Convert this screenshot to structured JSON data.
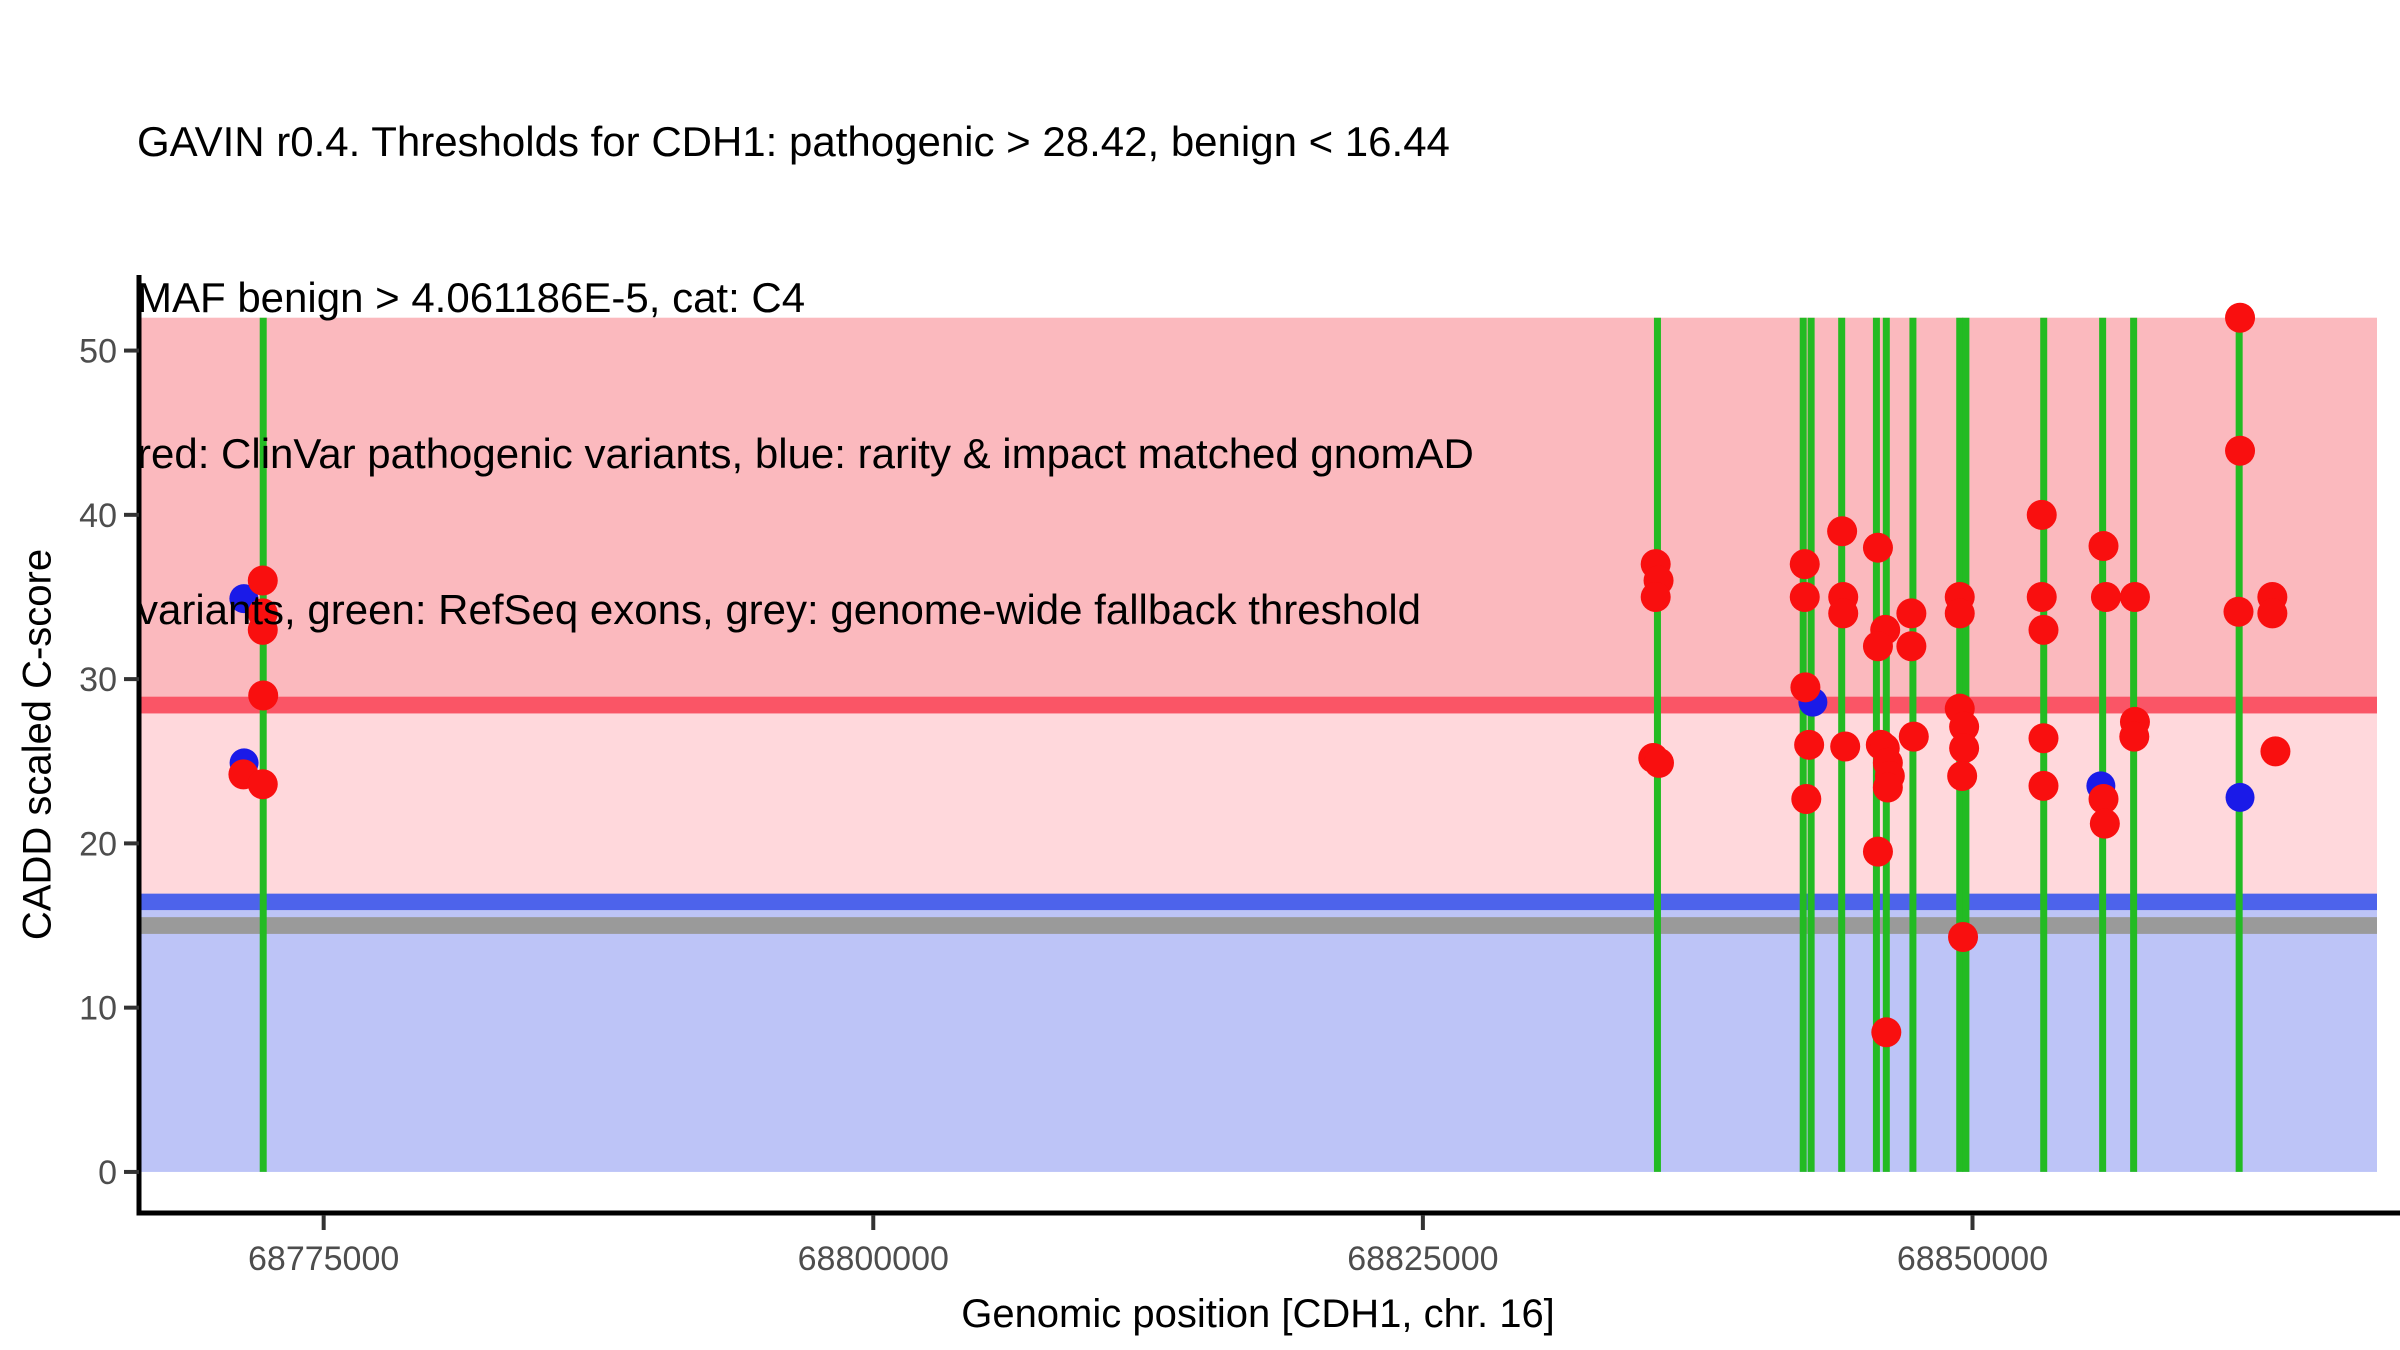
{
  "title_lines": [
    "GAVIN r0.4. Thresholds for CDH1: pathogenic > 28.42, benign < 16.44",
    "MAF benign > 4.061186E-5, cat: C4",
    "red: ClinVar pathogenic variants, blue: rarity & impact matched gnomAD",
    "variants, green: RefSeq exons, grey: genome-wide fallback threshold"
  ],
  "gene": "CDH1",
  "gavin_release": "r0.4",
  "pathogenic_threshold": 28.42,
  "benign_threshold": 16.44,
  "maf_benign": "4.061186E-5",
  "category": "C4",
  "chart_data": {
    "type": "scatter",
    "title": "GAVIN r0.4. Thresholds for CDH1: pathogenic > 28.42, benign < 16.44 / MAF benign > 4.061186E-5, cat: C4",
    "xlabel": "Genomic position [CDH1, chr. 16]",
    "ylabel": "CADD scaled C-score",
    "xlim": [
      68766600,
      68868400
    ],
    "ylim": [
      -2.5,
      54.6
    ],
    "x_ticks": [
      68775000,
      68800000,
      68825000,
      68850000
    ],
    "y_ticks": [
      0,
      10,
      20,
      30,
      40,
      50
    ],
    "grid": false,
    "colors": {
      "pathogenic_band": "#FBB9BE",
      "intermediate_band": "#FFD8DC",
      "benign_band": "#BDC4F7",
      "pathogenic_line": "#FA5566",
      "benign_line": "#4D63EB",
      "fallback_line": "#9A9A9A",
      "exon_line": "#23BB23",
      "red_point": "#F90F0F",
      "blue_point": "#1A1AE8",
      "axis": "#000000",
      "tick_label": "#4D4D4D"
    },
    "bands": [
      {
        "name": "pathogenic-region",
        "from": 28.42,
        "to": 52,
        "color": "#FBB9BE"
      },
      {
        "name": "intermediate-region",
        "from": 16.44,
        "to": 28.42,
        "color": "#FFD8DC"
      },
      {
        "name": "benign-region",
        "from": 0,
        "to": 16.44,
        "color": "#BDC4F7"
      }
    ],
    "thresholds": [
      {
        "name": "pathogenic-threshold",
        "value": 28.42,
        "half_width": 0.51,
        "color": "#FA5566"
      },
      {
        "name": "benign-threshold",
        "value": 16.44,
        "half_width": 0.5,
        "color": "#4D63EB"
      },
      {
        "name": "genome-wide-fallback-threshold",
        "value": 15,
        "half_width": 0.51,
        "color": "#9A9A9A"
      }
    ],
    "exons": [
      68772250,
      68835670,
      68842300,
      68842660,
      68844050,
      68845630,
      68846080,
      68847290,
      68849420,
      68849700,
      68853240,
      68855920,
      68857330,
      68862130
    ],
    "exon_span": [
      0,
      52
    ],
    "series": [
      {
        "name": "ClinVar pathogenic variants",
        "color": "#F90F0F",
        "radius": 15,
        "points": [
          [
            68771350,
            24.2
          ],
          [
            68772230,
            36.0
          ],
          [
            68772230,
            34.0
          ],
          [
            68772230,
            33.0
          ],
          [
            68772250,
            29.0
          ],
          [
            68772230,
            23.6
          ],
          [
            68835590,
            37.0
          ],
          [
            68835720,
            36.0
          ],
          [
            68835590,
            35.0
          ],
          [
            68835480,
            25.2
          ],
          [
            68835740,
            24.9
          ],
          [
            68844070,
            39.0
          ],
          [
            68845700,
            38.0
          ],
          [
            68842370,
            37.0
          ],
          [
            68842370,
            35.0
          ],
          [
            68844120,
            35.0
          ],
          [
            68844120,
            34.0
          ],
          [
            68847220,
            34.0
          ],
          [
            68846030,
            33.0
          ],
          [
            68845700,
            32.0
          ],
          [
            68847220,
            32.0
          ],
          [
            68849420,
            35.0
          ],
          [
            68849420,
            34.0
          ],
          [
            68842400,
            29.5
          ],
          [
            68849420,
            28.2
          ],
          [
            68849620,
            27.1
          ],
          [
            68847330,
            26.5
          ],
          [
            68842570,
            26.0
          ],
          [
            68844210,
            25.9
          ],
          [
            68845830,
            26.0
          ],
          [
            68846010,
            25.8
          ],
          [
            68846150,
            24.9
          ],
          [
            68846240,
            24.1
          ],
          [
            68846150,
            23.4
          ],
          [
            68849620,
            25.8
          ],
          [
            68849530,
            24.1
          ],
          [
            68842440,
            22.7
          ],
          [
            68845700,
            19.5
          ],
          [
            68846080,
            8.5
          ],
          [
            68849570,
            14.3
          ],
          [
            68853150,
            40.0
          ],
          [
            68855960,
            38.1
          ],
          [
            68853150,
            35.0
          ],
          [
            68856070,
            35.0
          ],
          [
            68857390,
            35.0
          ],
          [
            68853230,
            33.0
          ],
          [
            68857390,
            27.4
          ],
          [
            68857360,
            26.5
          ],
          [
            68853230,
            26.4
          ],
          [
            68855960,
            22.7
          ],
          [
            68856020,
            21.2
          ],
          [
            68853230,
            23.5
          ],
          [
            68862170,
            52.0
          ],
          [
            68862170,
            43.9
          ],
          [
            68862100,
            34.1
          ],
          [
            68863640,
            35.0
          ],
          [
            68863640,
            34.0
          ],
          [
            68863780,
            25.6
          ]
        ]
      },
      {
        "name": "rarity & impact matched gnomAD variants",
        "color": "#1A1AE8",
        "radius": 14.5,
        "points": [
          [
            68771370,
            34.9
          ],
          [
            68771380,
            24.9
          ],
          [
            68842740,
            28.6
          ],
          [
            68855840,
            23.5
          ],
          [
            68862170,
            22.8
          ]
        ]
      }
    ]
  }
}
